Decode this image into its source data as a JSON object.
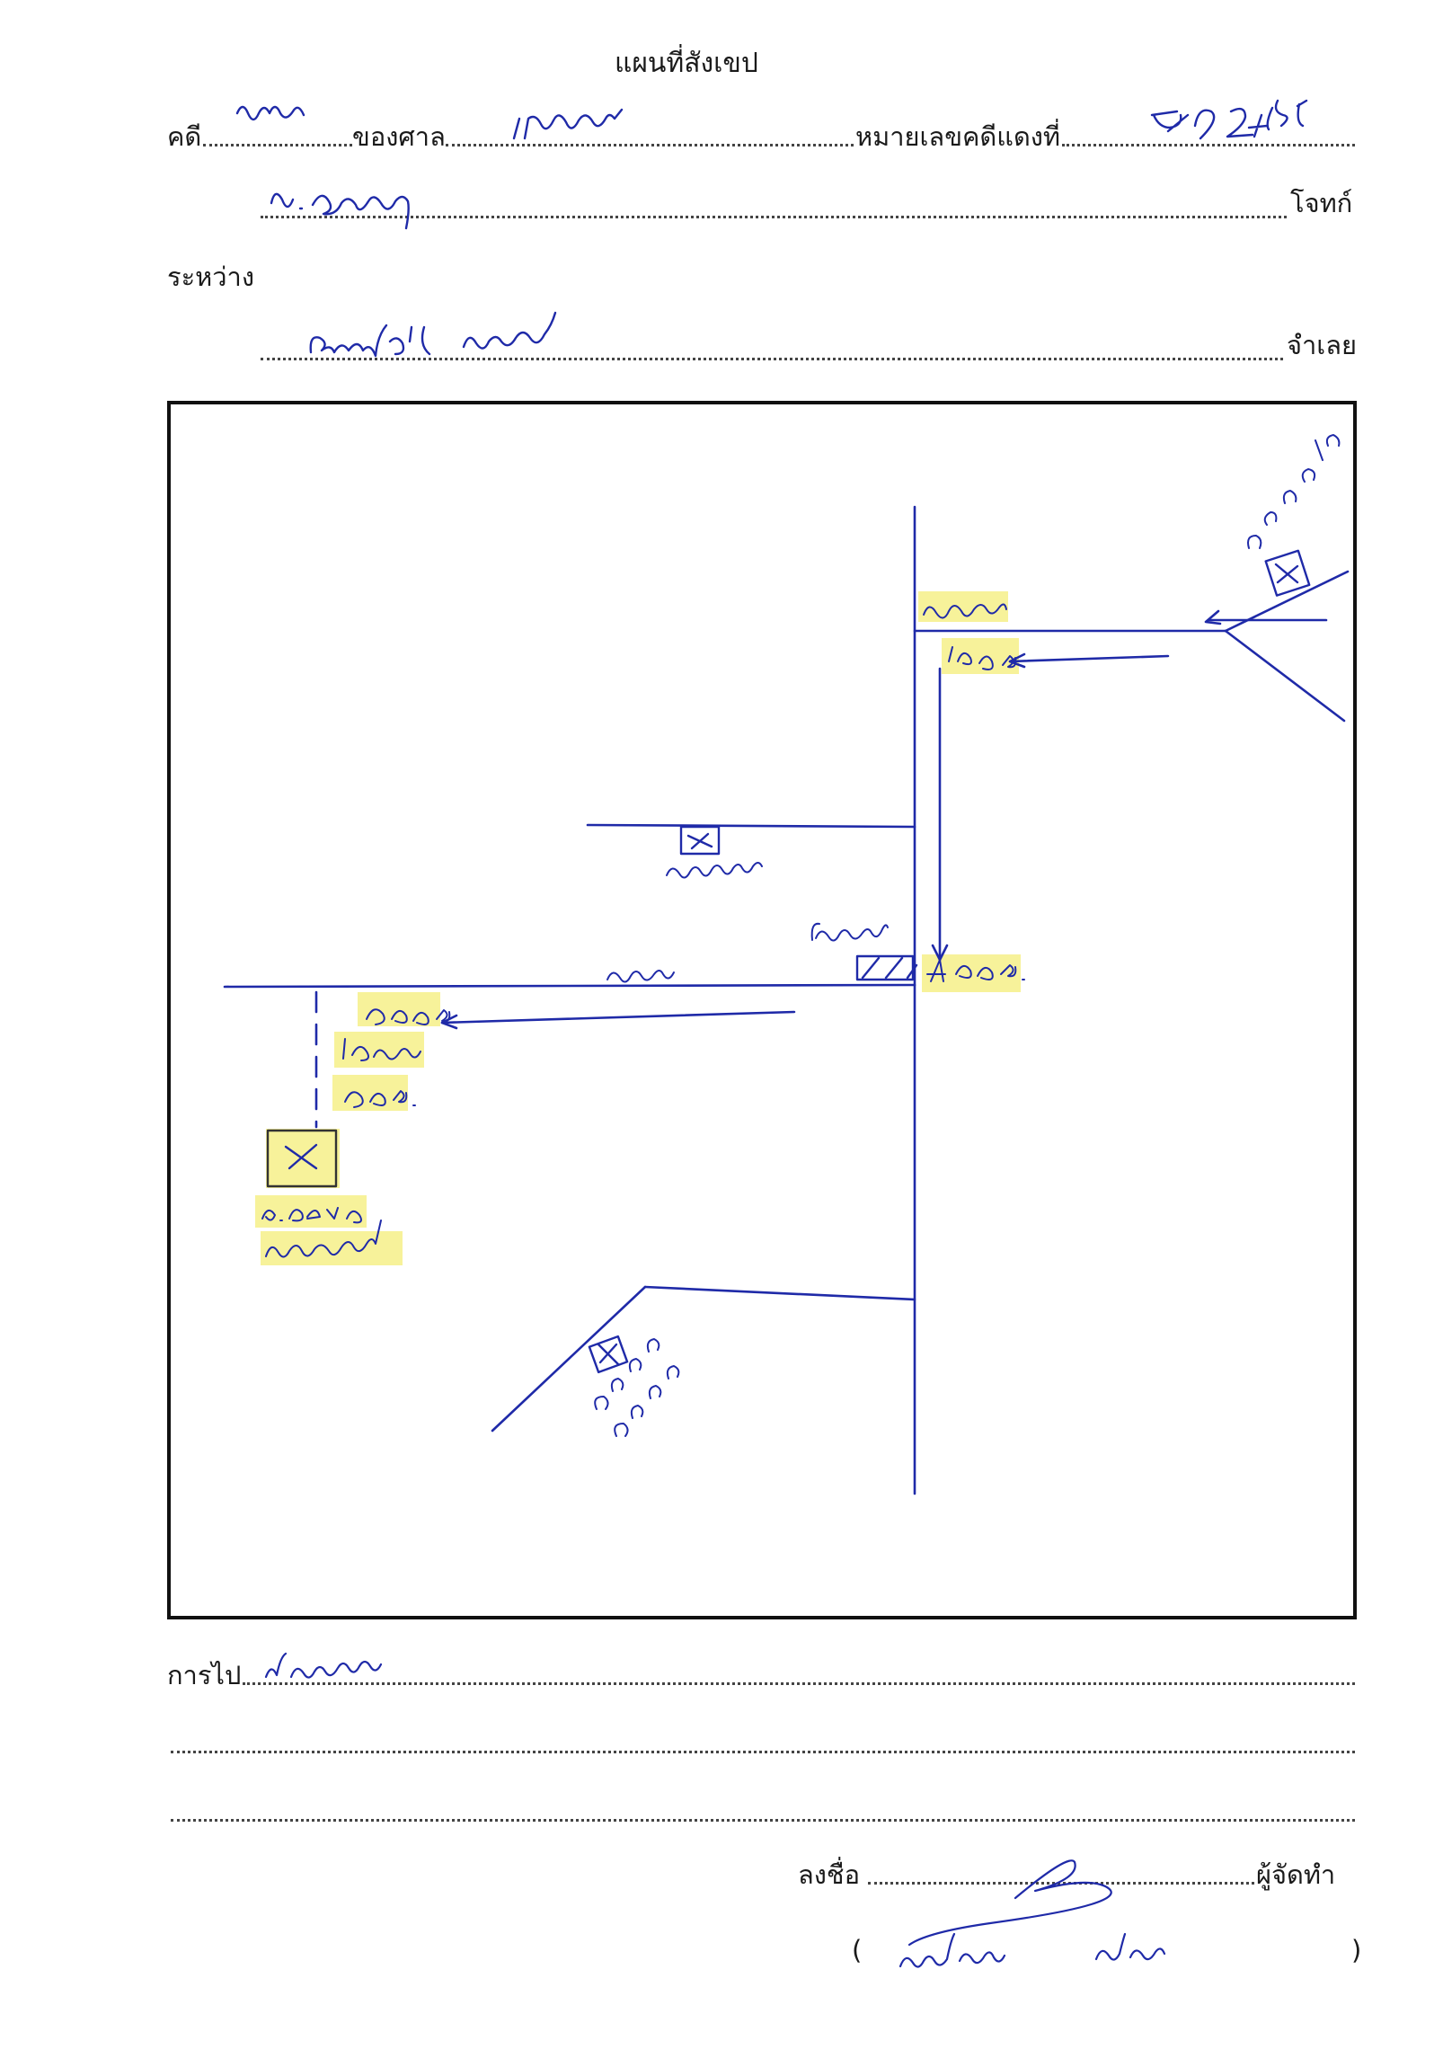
{
  "document": {
    "title": "แผนที่สังเขป",
    "header": {
      "case_label": "คดี",
      "court_label": "ของศาล",
      "red_case_no_label": "หมายเลขคดีแดงที่",
      "handwritten_red_case_no": "ผบ.",
      "plaintiff_label": "โจทก์",
      "between_label": "ระหว่าง",
      "defendant_label": "จำเลย"
    },
    "directions": {
      "label": "การไป"
    },
    "signature": {
      "sign_label": "ลงชื่อ",
      "role_label": "ผู้จัดทำ",
      "paren_open": "(",
      "paren_close": ")"
    }
  },
  "map": {
    "handwritten_ink_color": "#1f2aa8",
    "highlight_color": "#f7f29a"
  }
}
